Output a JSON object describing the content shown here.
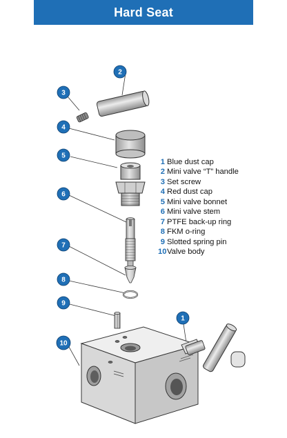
{
  "header": {
    "title": "Hard Seat"
  },
  "colors": {
    "accent": "#1f6fb6",
    "callout": "#1f6fb6"
  },
  "callouts": [
    {
      "number": "1"
    },
    {
      "number": "2"
    },
    {
      "number": "3"
    },
    {
      "number": "4"
    },
    {
      "number": "5"
    },
    {
      "number": "6"
    },
    {
      "number": "7"
    },
    {
      "number": "8"
    },
    {
      "number": "9"
    },
    {
      "number": "10"
    }
  ],
  "legend": [
    {
      "number": "1",
      "label": "Blue dust cap"
    },
    {
      "number": "2",
      "label": "Mini valve “T” handle"
    },
    {
      "number": "3",
      "label": "Set screw"
    },
    {
      "number": "4",
      "label": "Red dust cap"
    },
    {
      "number": "5",
      "label": "Mini valve bonnet"
    },
    {
      "number": "6",
      "label": "Mini valve stem"
    },
    {
      "number": "7",
      "label": "PTFE back-up ring"
    },
    {
      "number": "8",
      "label": "FKM o-ring"
    },
    {
      "number": "9",
      "label": "Slotted spring pin"
    },
    {
      "number": "10",
      "label": "Valve body"
    }
  ]
}
